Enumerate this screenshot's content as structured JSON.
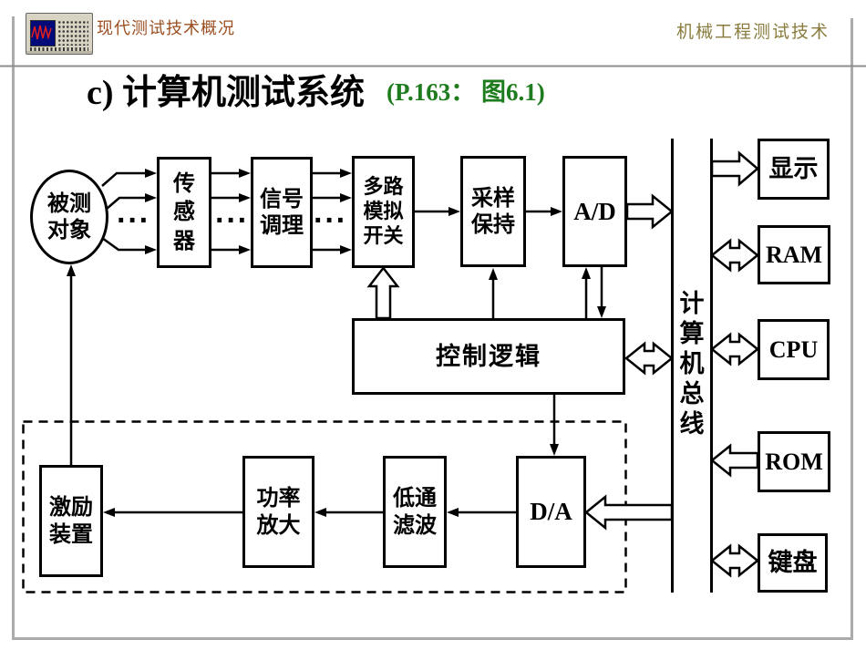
{
  "header": {
    "left_title": "现代测试技术概况",
    "right_title": "机械工程测试技术",
    "icon": "instrument-icon"
  },
  "title": {
    "main": "c) 计算机测试系统",
    "ref": "(P.163： 图6.1)"
  },
  "colors": {
    "header_left_text": "#9b4f21",
    "header_right_text": "#8a7c3e",
    "title_ref_green": "#1e7c1e",
    "diagram_line": "#000000",
    "slide_border": "#ababab",
    "icon_screen": "#000a78",
    "icon_waveform": "#e8201a"
  },
  "diagram": {
    "nodes": {
      "measured_object": "被测\n对象",
      "sensor": "传\n感\n器",
      "signal_conditioning": "信号\n调理",
      "multiplexer": "多路\n模拟\n开关",
      "sample_hold": "采样\n保持",
      "adc": "A/D",
      "control_logic": "控制逻辑",
      "display": "显示",
      "ram": "RAM",
      "cpu": "CPU",
      "rom": "ROM",
      "keyboard": "键盘",
      "dac": "D/A",
      "lowpass_filter": "低通\n滤波",
      "power_amplifier": "功率\n放大",
      "exciter": "激励\n装置"
    },
    "bus_label": "计\n算\n机\n总\n线",
    "ellipsis": "···"
  }
}
